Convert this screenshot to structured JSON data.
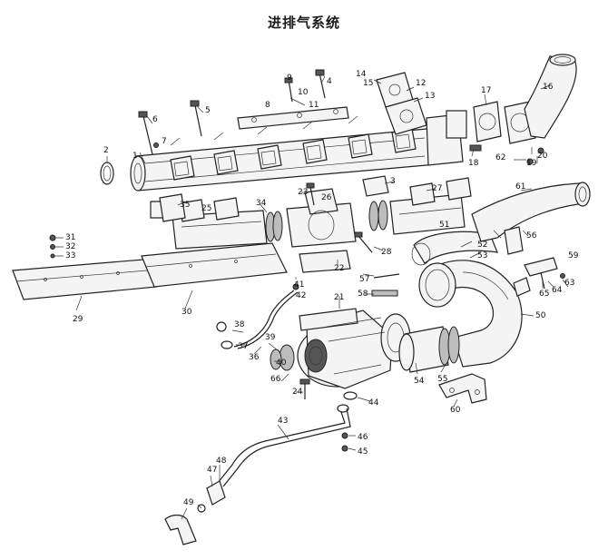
{
  "title": "进排气系统",
  "callouts": [
    {
      "id": "c1",
      "text": "1"
    },
    {
      "id": "c2",
      "text": "2"
    },
    {
      "id": "c3",
      "text": "3"
    },
    {
      "id": "c4",
      "text": "4"
    },
    {
      "id": "c5",
      "text": "5"
    },
    {
      "id": "c6",
      "text": "6"
    },
    {
      "id": "c7",
      "text": "7"
    },
    {
      "id": "c8",
      "text": "8"
    },
    {
      "id": "c9",
      "text": "9"
    },
    {
      "id": "c10",
      "text": "10"
    },
    {
      "id": "c11",
      "text": "11"
    },
    {
      "id": "c12",
      "text": "12"
    },
    {
      "id": "c13",
      "text": "13"
    },
    {
      "id": "c14",
      "text": "14"
    },
    {
      "id": "c15",
      "text": "15"
    },
    {
      "id": "c16",
      "text": "16"
    },
    {
      "id": "c17",
      "text": "17"
    },
    {
      "id": "c18",
      "text": "18"
    },
    {
      "id": "c19",
      "text": "19"
    },
    {
      "id": "c20",
      "text": "20"
    },
    {
      "id": "c21",
      "text": "21"
    },
    {
      "id": "c22",
      "text": "22"
    },
    {
      "id": "c23",
      "text": "23"
    },
    {
      "id": "c24",
      "text": "24"
    },
    {
      "id": "c25",
      "text": "25"
    },
    {
      "id": "c26",
      "text": "26"
    },
    {
      "id": "c27",
      "text": "27"
    },
    {
      "id": "c28",
      "text": "28"
    },
    {
      "id": "c29",
      "text": "29"
    },
    {
      "id": "c30",
      "text": "30"
    },
    {
      "id": "c31",
      "text": "31"
    },
    {
      "id": "c32",
      "text": "32"
    },
    {
      "id": "c33",
      "text": "33"
    },
    {
      "id": "c34",
      "text": "34"
    },
    {
      "id": "c35",
      "text": "35"
    },
    {
      "id": "c36",
      "text": "36"
    },
    {
      "id": "c37",
      "text": "37"
    },
    {
      "id": "c38",
      "text": "38"
    },
    {
      "id": "c39",
      "text": "39"
    },
    {
      "id": "c40",
      "text": "40"
    },
    {
      "id": "c41",
      "text": "41"
    },
    {
      "id": "c42",
      "text": "42"
    },
    {
      "id": "c43",
      "text": "43"
    },
    {
      "id": "c44",
      "text": "44"
    },
    {
      "id": "c45",
      "text": "45"
    },
    {
      "id": "c46",
      "text": "46"
    },
    {
      "id": "c47",
      "text": "47"
    },
    {
      "id": "c48",
      "text": "48"
    },
    {
      "id": "c49",
      "text": "49"
    },
    {
      "id": "c50",
      "text": "50"
    },
    {
      "id": "c51",
      "text": "51"
    },
    {
      "id": "c52",
      "text": "52"
    },
    {
      "id": "c53",
      "text": "53"
    },
    {
      "id": "c54",
      "text": "54"
    },
    {
      "id": "c55",
      "text": "55"
    },
    {
      "id": "c56",
      "text": "56"
    },
    {
      "id": "c57",
      "text": "57"
    },
    {
      "id": "c58",
      "text": "58"
    },
    {
      "id": "c59",
      "text": "59"
    },
    {
      "id": "c60",
      "text": "60"
    },
    {
      "id": "c61",
      "text": "61"
    },
    {
      "id": "c62",
      "text": "62"
    },
    {
      "id": "c63",
      "text": "63"
    },
    {
      "id": "c64",
      "text": "64"
    },
    {
      "id": "c65",
      "text": "65"
    },
    {
      "id": "c66",
      "text": "66"
    }
  ]
}
